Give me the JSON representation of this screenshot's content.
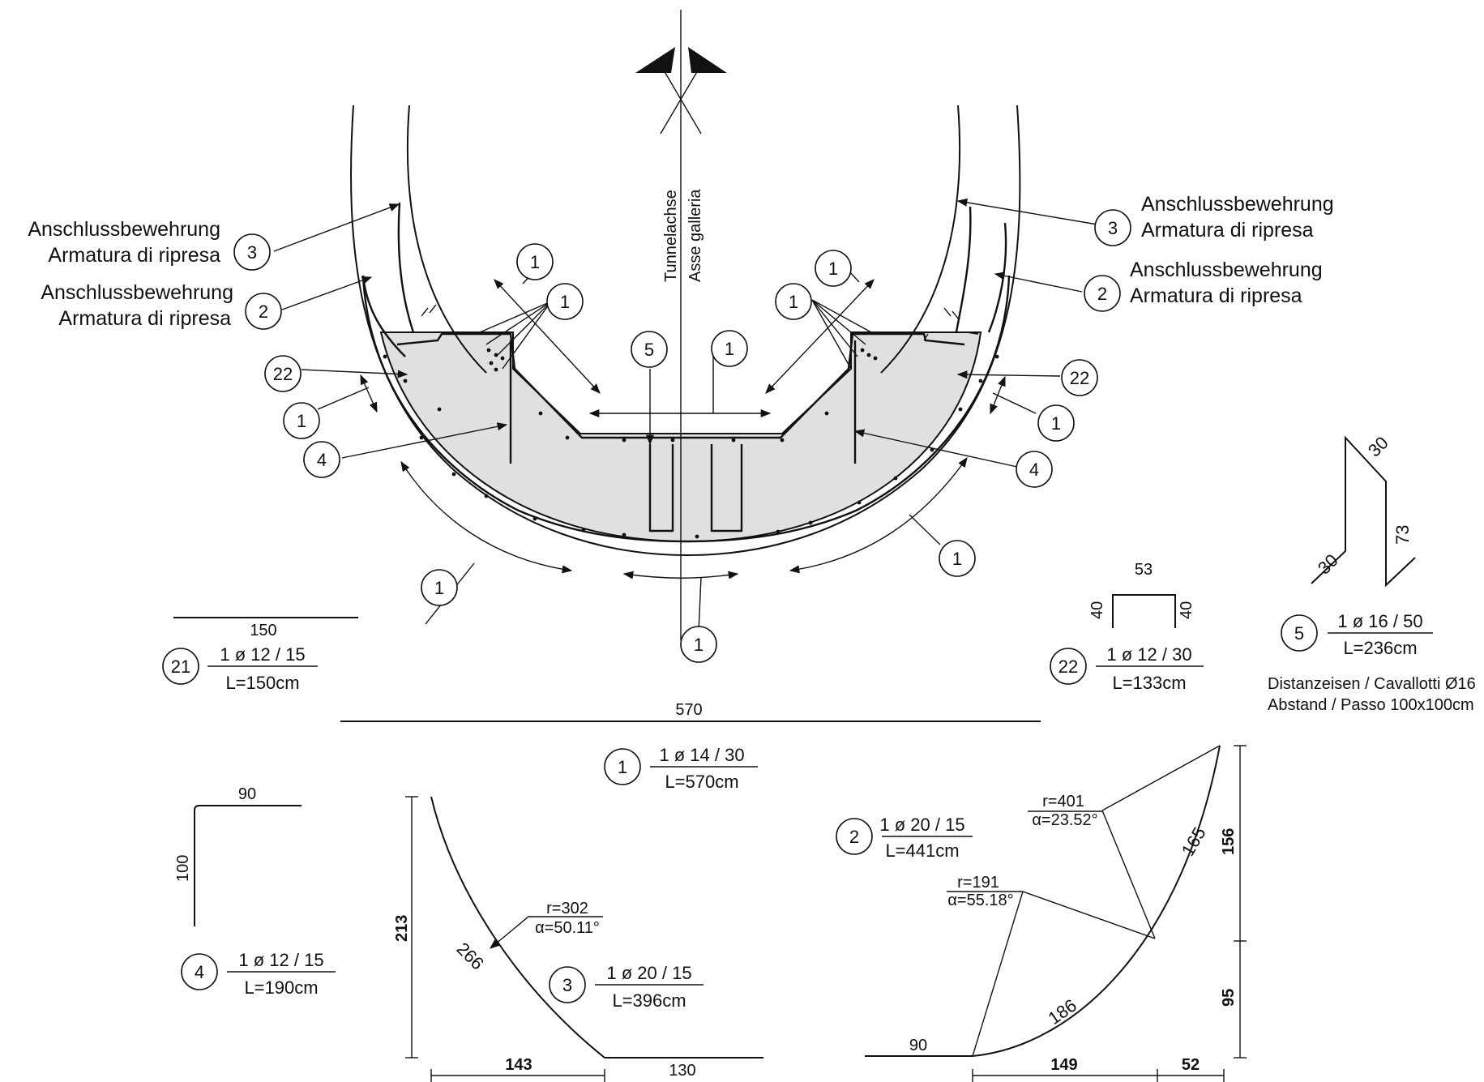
{
  "section": {
    "axis_de": "Tunnelachse",
    "axis_it": "Asse galleria",
    "label_de": "Anschlussbewehrung",
    "label_it": "Armatura di ripresa",
    "markers": [
      "1",
      "1",
      "1",
      "1",
      "1",
      "1",
      "1",
      "1",
      "1",
      "1",
      "2",
      "2",
      "3",
      "3",
      "4",
      "4",
      "5",
      "22",
      "22"
    ]
  },
  "bars": {
    "b21": {
      "num": "21",
      "spec": "1 ø 12 / 15",
      "len": "L=150cm",
      "dim": "150"
    },
    "b22": {
      "num": "22",
      "spec": "1 ø 12 / 30",
      "len": "L=133cm",
      "dims": [
        "53",
        "40",
        "40"
      ]
    },
    "b5": {
      "num": "5",
      "spec": "1 ø 16 / 50",
      "len": "L=236cm",
      "dims": [
        "30",
        "73",
        "30"
      ],
      "note1": "Distanzeisen / Cavallotti Ø16",
      "note2": "Abstand / Passo 100x100cm"
    },
    "b1": {
      "num": "1",
      "spec": "1 ø 14 / 30",
      "len": "L=570cm",
      "dim": "570"
    },
    "b4": {
      "num": "4",
      "spec": "1 ø 12 / 15",
      "len": "L=190cm",
      "dims": [
        "90",
        "100"
      ]
    },
    "b3": {
      "num": "3",
      "spec": "1 ø 20 / 15",
      "len": "L=396cm",
      "dims": [
        "213",
        "266",
        "143",
        "130"
      ],
      "r": "r=302",
      "a": "α=50.11°"
    },
    "b2": {
      "num": "2",
      "spec": "1 ø 20 / 15",
      "len": "L=441cm",
      "dims": [
        "156",
        "95",
        "165",
        "186",
        "149",
        "52",
        "90"
      ],
      "r1": "r=401",
      "a1": "α=23.52°",
      "r2": "r=191",
      "a2": "α=55.18°"
    }
  }
}
